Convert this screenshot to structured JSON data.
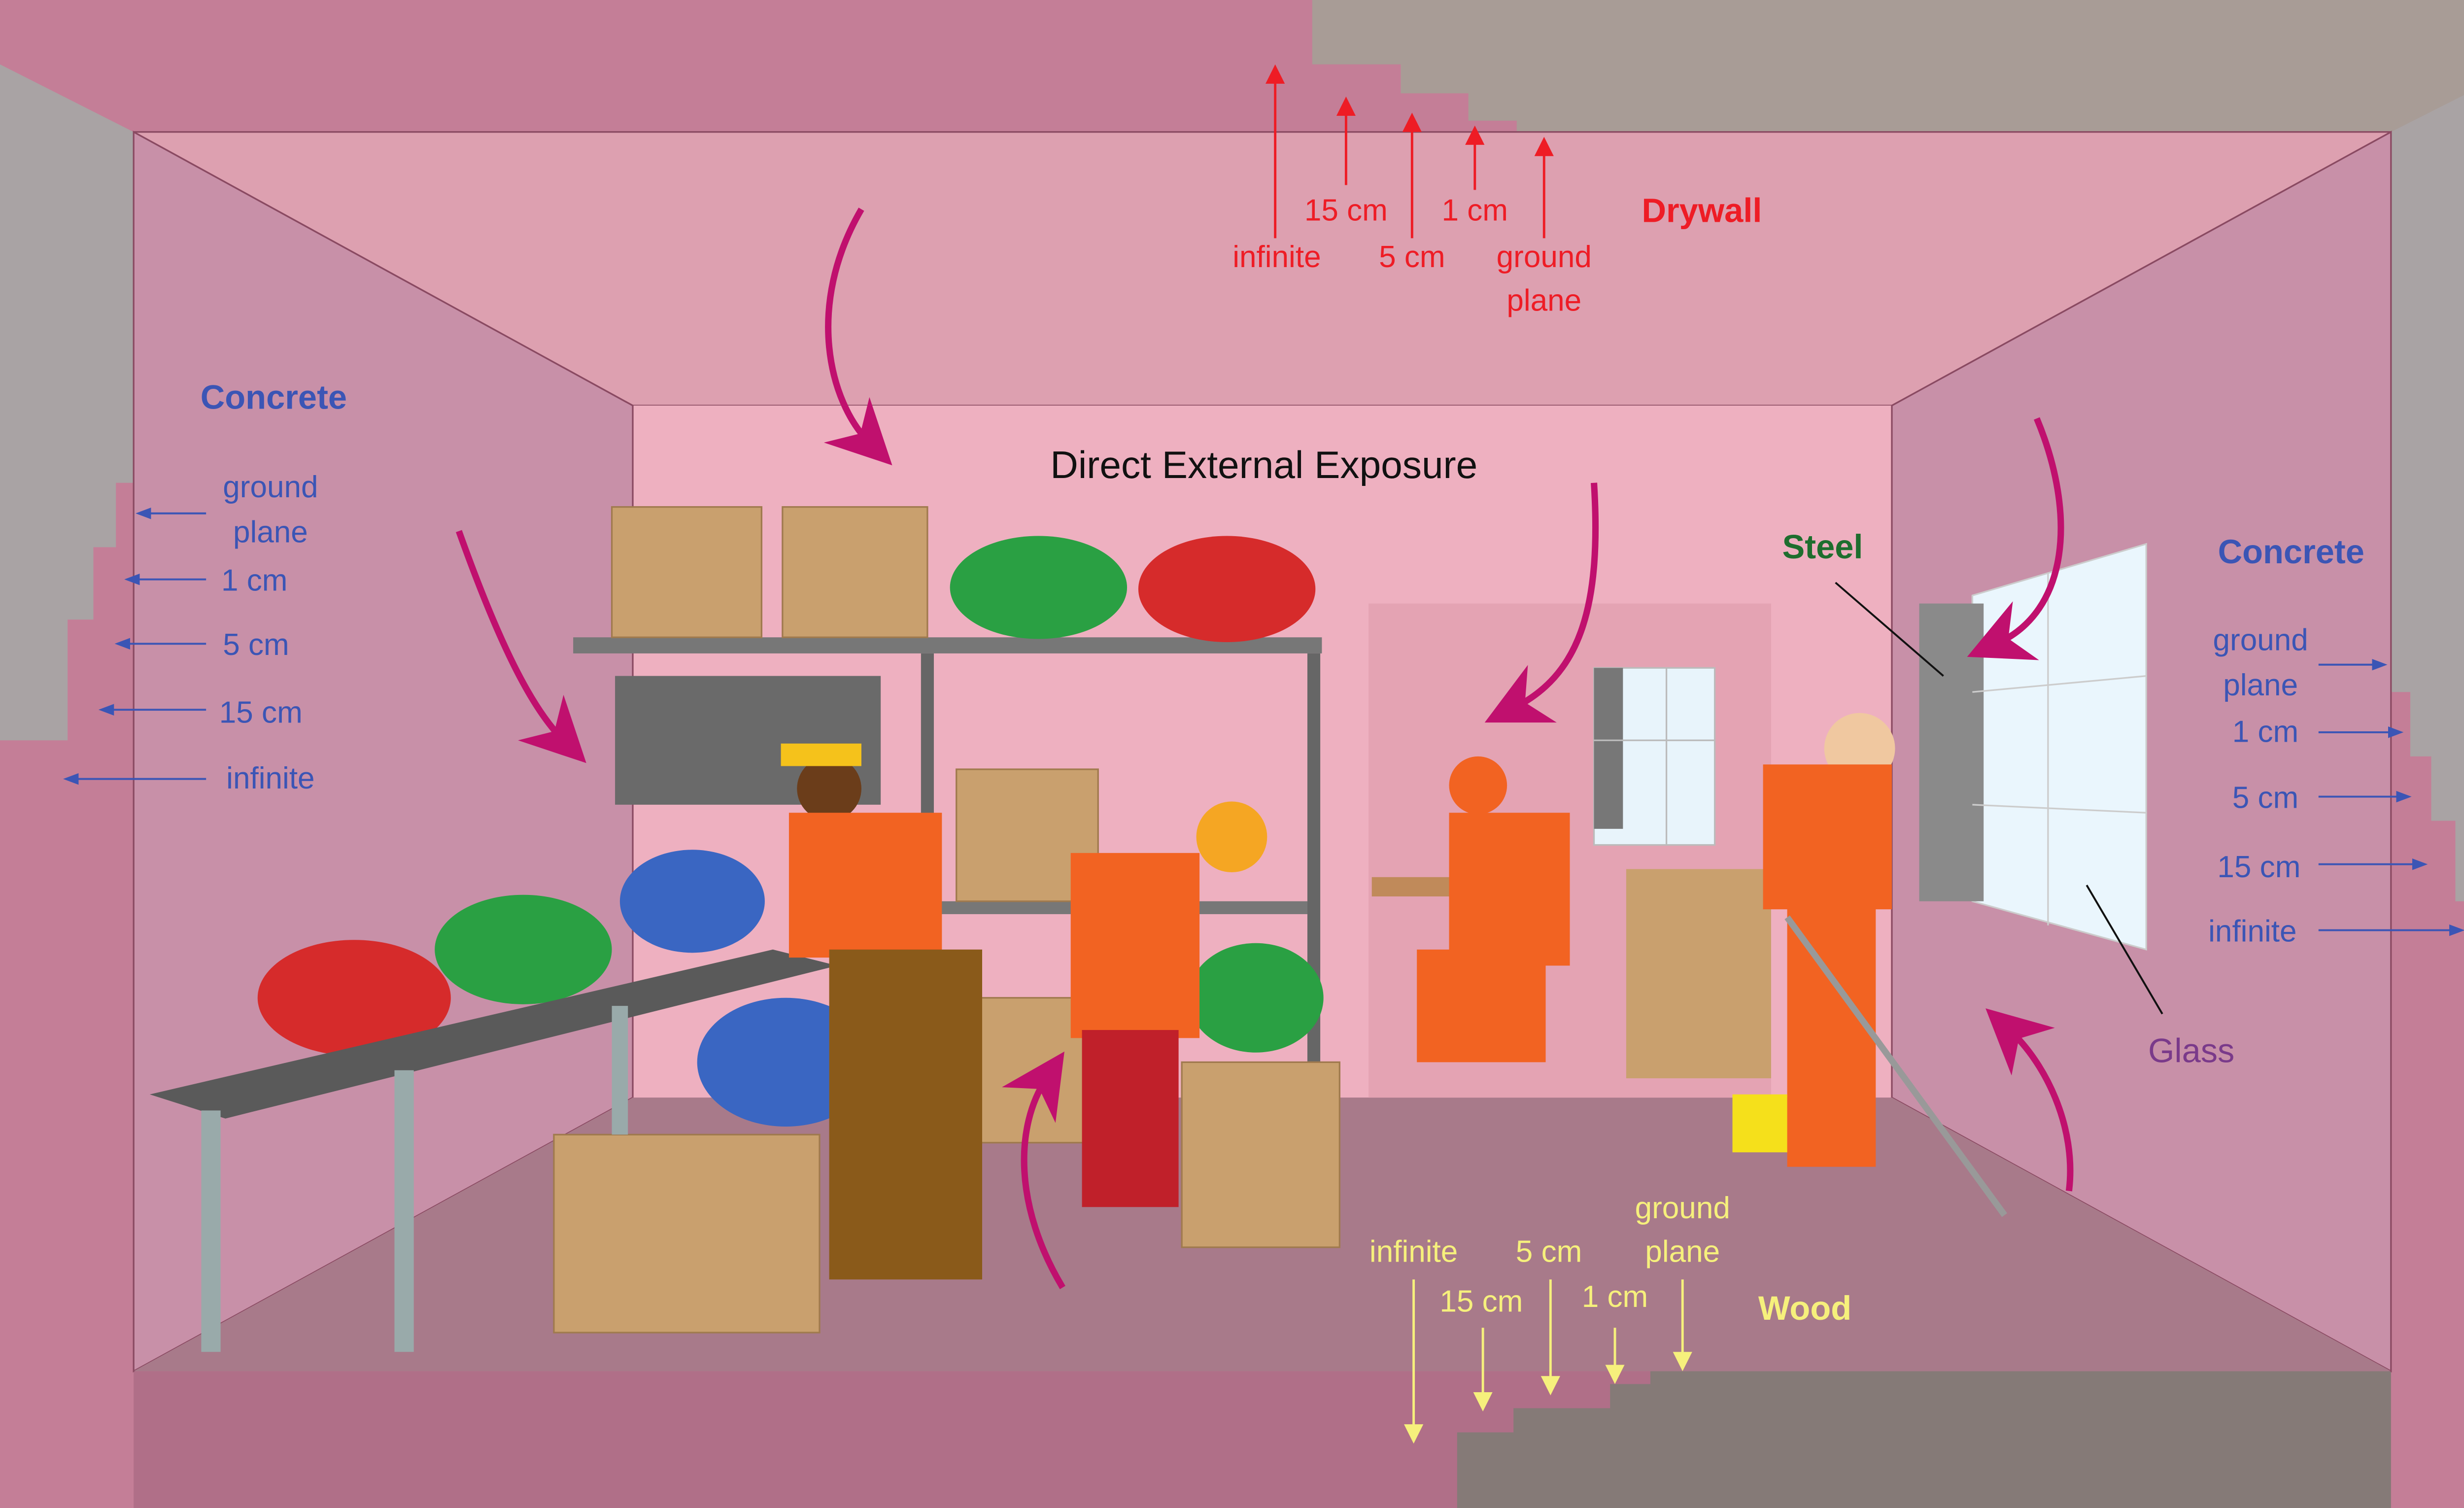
{
  "title": "Direct External Exposure",
  "colors": {
    "concrete_label": "#3b55b5",
    "drywall_label": "#ee1c25",
    "wood_label": "#f6f07c",
    "steel_label": "#1e6e2e",
    "glass_label": "#7a3a8a",
    "exposure_arrow": "#c0106e"
  },
  "drywall": {
    "material": "Drywall",
    "thicknesses": [
      "infinite",
      "15 cm",
      "5 cm",
      "1 cm",
      "ground",
      "plane"
    ]
  },
  "left_wall": {
    "material": "Concrete",
    "thicknesses": [
      "ground",
      "plane",
      "1 cm",
      "5 cm",
      "15 cm",
      "infinite"
    ]
  },
  "right_wall": {
    "material": "Concrete",
    "thicknesses": [
      "ground",
      "plane",
      "1 cm",
      "5 cm",
      "15 cm",
      "infinite"
    ]
  },
  "floor": {
    "material": "Wood",
    "thicknesses": [
      "infinite",
      "15 cm",
      "5 cm",
      "1 cm",
      "ground",
      "plane"
    ]
  },
  "steel": {
    "label": "Steel"
  },
  "glass": {
    "label": "Glass"
  }
}
